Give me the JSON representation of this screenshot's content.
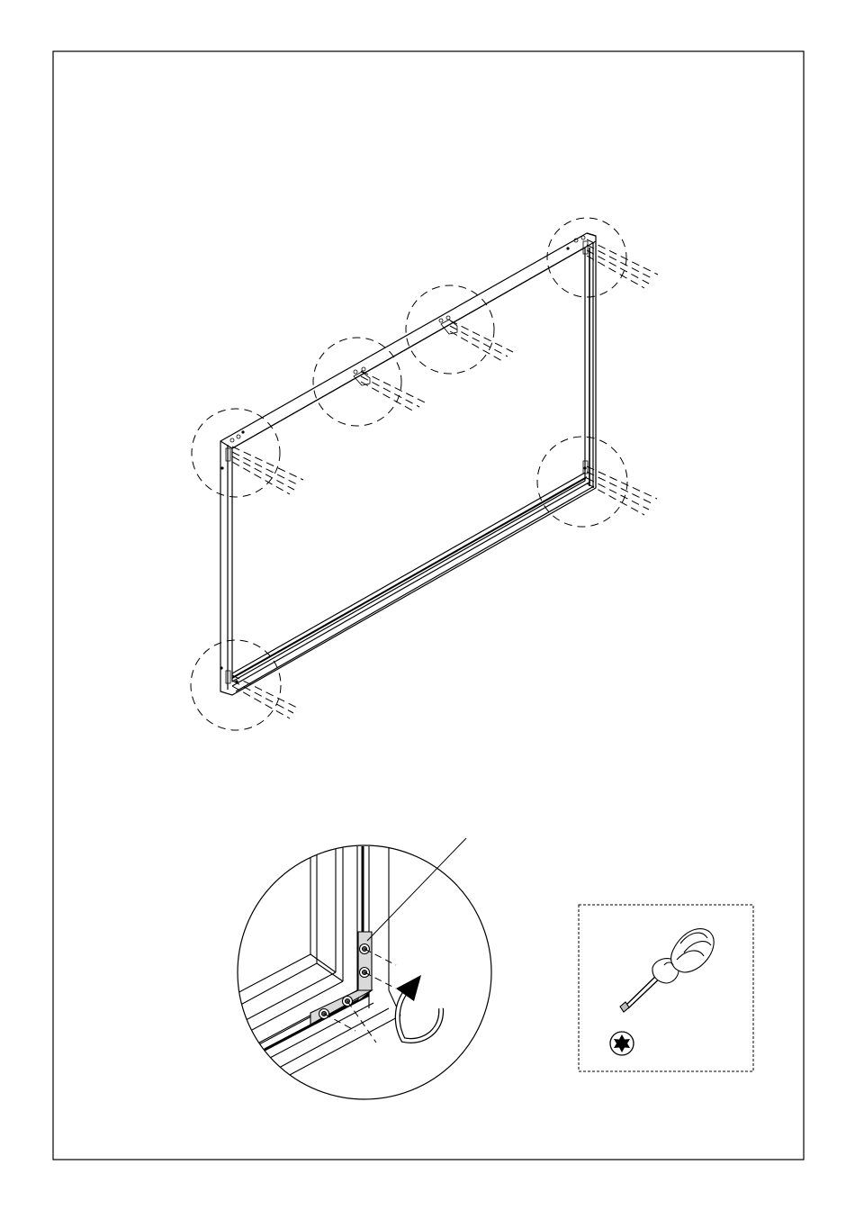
{
  "page": {
    "background": "#ffffff",
    "line_color": "#000000",
    "detail_fill": "#d9d9d9"
  },
  "frame_diagram": {
    "callouts": [
      "top-left-corner",
      "top-bracket-1",
      "top-bracket-2",
      "top-right-corner",
      "bottom-right-corner",
      "bottom-left-corner"
    ]
  },
  "detail_view": {
    "rotation_arrow": "clockwise"
  },
  "tool_panel": {
    "tool": "screwdriver-icon",
    "bit": "torx-bit-icon"
  }
}
